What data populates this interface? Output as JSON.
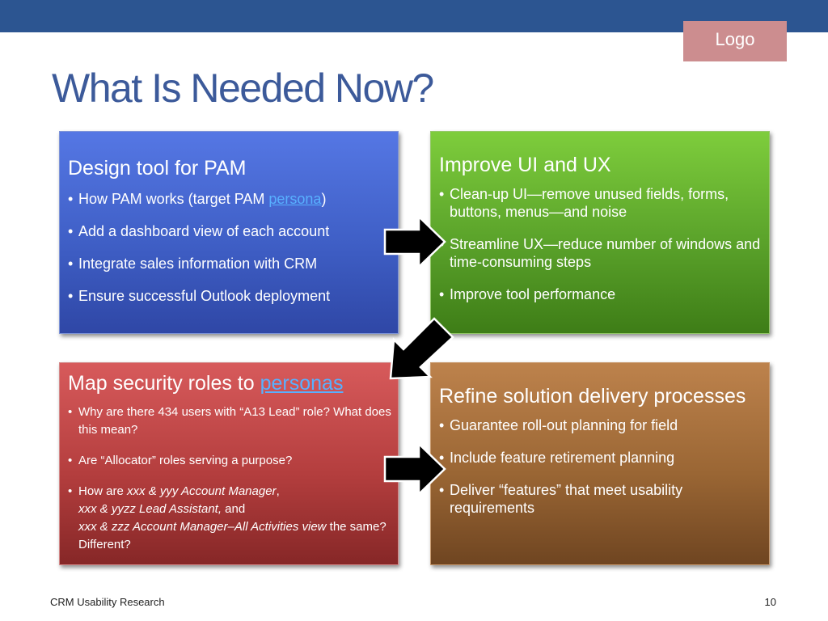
{
  "header": {
    "logo": "Logo",
    "title": "What Is Needed Now?"
  },
  "boxes": {
    "design": {
      "title": "Design tool for PAM",
      "items": [
        {
          "text": "How PAM works (target PAM ",
          "link": "persona",
          "suffix": ")"
        },
        {
          "text": "Add a dashboard view of  each account"
        },
        {
          "text": "Integrate sales information with CRM"
        },
        {
          "text": "Ensure successful Outlook deployment"
        }
      ]
    },
    "improve": {
      "title": "Improve UI and UX",
      "items": [
        "Clean-up UI—remove unused fields, forms, buttons, menus—and noise",
        "Streamline UX—reduce number of windows and time-consuming steps",
        "Improve tool performance"
      ]
    },
    "map": {
      "title": "Map security roles to ",
      "title_link": "personas",
      "items": [
        "Why are there 434 users with “A13 Lead” role? What does this mean?",
        "Are “Allocator” roles serving a purpose?"
      ],
      "item3": {
        "prefix": "How are ",
        "role1": "xxx & yyy Account Manager",
        "sep1": ",",
        "role2": "xxx & yyzz Lead Assistant,",
        "sep2": " and",
        "role3": "xxx & zzz Account Manager–All Activities view",
        "suffix": " the same? Different?"
      }
    },
    "refine": {
      "title": "Refine solution delivery processes",
      "items": [
        "Guarantee roll-out planning for field",
        "Include feature retirement planning",
        "Deliver “features” that meet usability requirements"
      ]
    }
  },
  "arrows": [
    "arrow-right-icon",
    "arrow-down-left-icon",
    "arrow-right-icon"
  ],
  "colors": {
    "top_bar": "#2c5591",
    "title": "#3c5a9a",
    "logo_bg": "#cc8d8f",
    "box_blue": "#4565d0",
    "box_green": "#5aa22a",
    "box_red": "#b43e3e",
    "box_brown": "#9a6634",
    "link": "#58b0ff"
  },
  "footer": {
    "left": "CRM Usability Research",
    "page_number": "10"
  }
}
